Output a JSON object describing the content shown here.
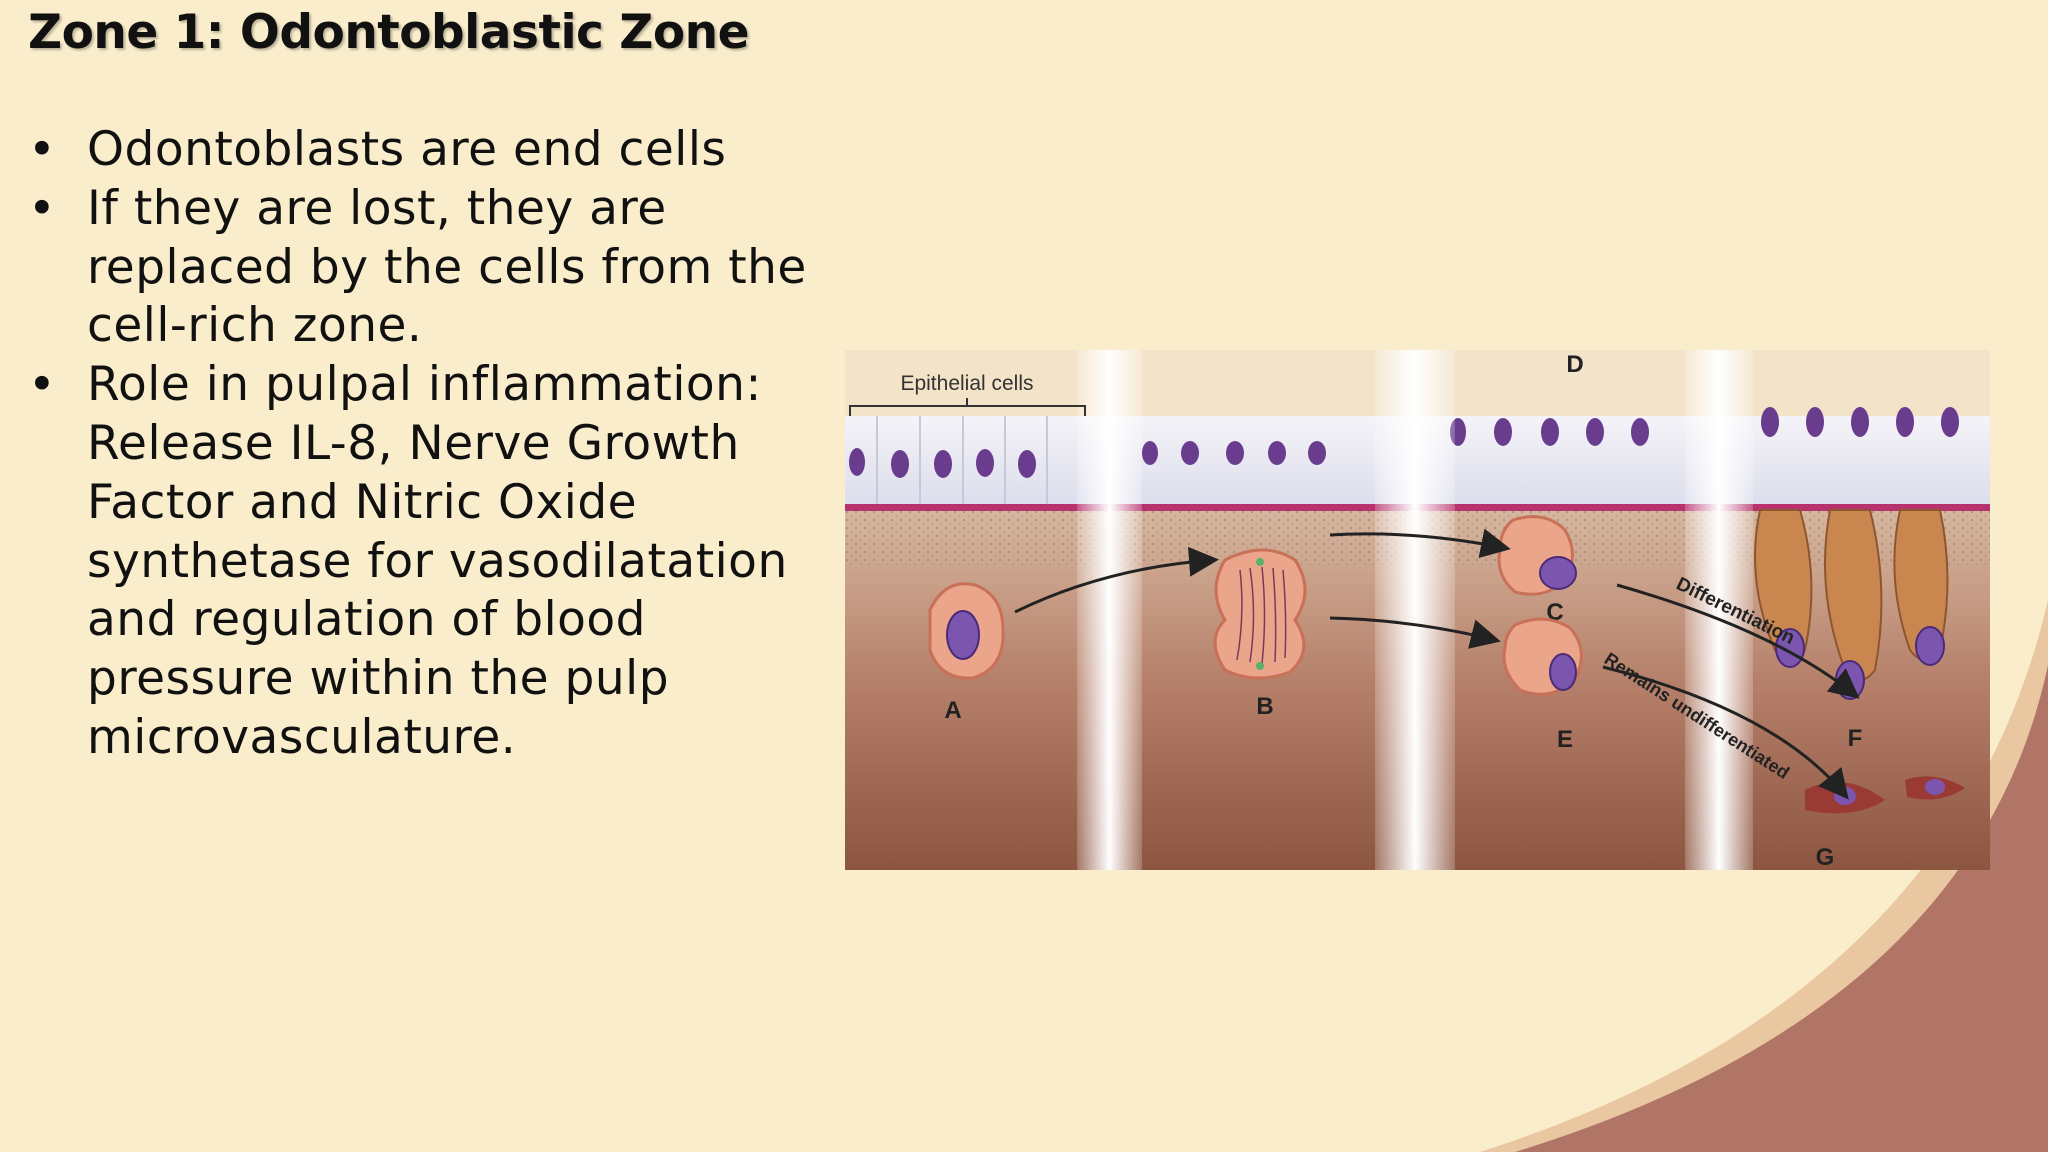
{
  "slide": {
    "title": "Zone 1: Odontoblastic Zone",
    "bullet_glyph": "•",
    "bullets": [
      "Odontoblasts are end cells",
      "If they are lost, they are replaced by the cells from the cell-rich zone.",
      "Role in pulpal inflammation: Release IL-8, Nerve Growth Factor and Nitric Oxide synthetase for vasodilatation and regulation of blood pressure within the pulp microvasculature."
    ]
  },
  "figure": {
    "epithelial_label": "Epithelial cells",
    "labels": {
      "a": "A",
      "b": "B",
      "c": "C",
      "d": "D",
      "e": "E",
      "f": "F",
      "g": "G"
    },
    "differentiation": "Differentiation",
    "remains": "Remains undifferentiated"
  },
  "colors": {
    "background": "#FAEDCB",
    "swoosh_outer": "#E9C7A1",
    "swoosh_inner": "#B07567"
  }
}
